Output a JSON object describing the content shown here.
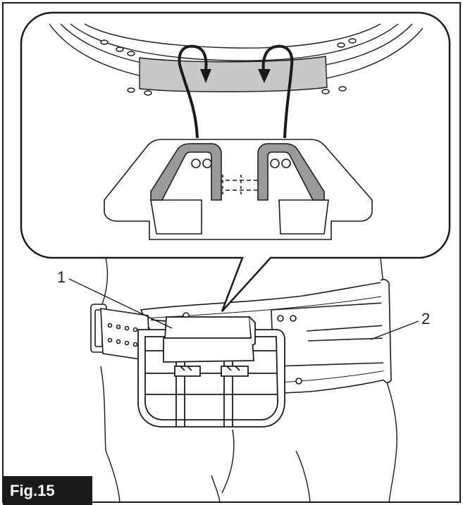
{
  "figure": {
    "label": "Fig.15",
    "callouts": [
      {
        "id": "1",
        "text": "1"
      },
      {
        "id": "2",
        "text": "2"
      }
    ]
  },
  "colors": {
    "line": "#1a1a1a",
    "hook_fill": "#9a9a9a",
    "strap_band": "#c8c8c8",
    "background": "#ffffff"
  }
}
